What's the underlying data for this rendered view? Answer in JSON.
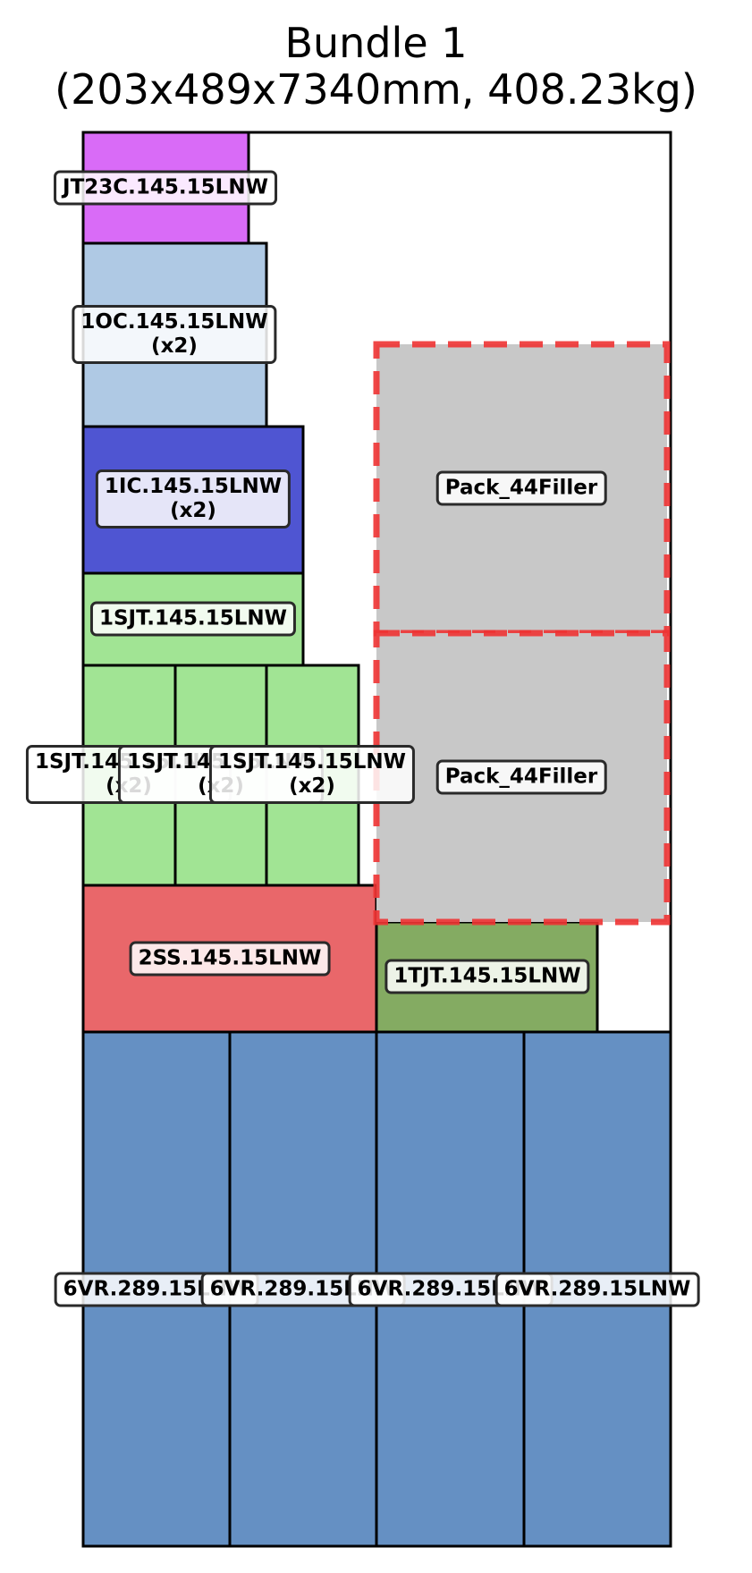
{
  "title": {
    "line1": "Bundle 1",
    "line2": "(203x489x7340mm, 408.23kg)"
  },
  "colors": {
    "jt23c": "#d96bf7",
    "oc": "#afc9e4",
    "ic": "#4f55d2",
    "sjt": "#a1e494",
    "ss": "#e9676a",
    "tjt": "#84ab62",
    "vr": "#6590c3",
    "filler": "#c8c8c8",
    "filler_border": "#ee3333"
  },
  "packs": {
    "jt23c": {
      "label": "JT23C.145.15LNW",
      "qty": ""
    },
    "oc": {
      "label": "1OC.145.15LNW",
      "qty": "(x2)"
    },
    "ic": {
      "label": "1IC.145.15LNW",
      "qty": "(x2)"
    },
    "sjt_top": {
      "label": "1SJT.145.15LNW",
      "qty": ""
    },
    "sjt_col_1": {
      "label": "1SJT.145.15LNW",
      "qty": "(x2)"
    },
    "sjt_col_2": {
      "label": "1SJT.145.15LNW",
      "qty": "(x2)"
    },
    "sjt_col_3": {
      "label": "1SJT.145.15LNW",
      "qty": "(x2)"
    },
    "ss": {
      "label": "2SS.145.15LNW",
      "qty": ""
    },
    "tjt": {
      "label": "1TJT.145.15LNW",
      "qty": ""
    },
    "vr_1": {
      "label": "6VR.289.15LNW",
      "qty": ""
    },
    "vr_2": {
      "label": "6VR.289.15LNW",
      "qty": ""
    },
    "vr_3": {
      "label": "6VR.289.15LNW",
      "qty": ""
    },
    "vr_4": {
      "label": "6VR.289.15LNW",
      "qty": ""
    },
    "filler_top": {
      "label": "Pack_44Filler",
      "qty": ""
    },
    "filler_bottom": {
      "label": "Pack_44Filler",
      "qty": ""
    }
  }
}
